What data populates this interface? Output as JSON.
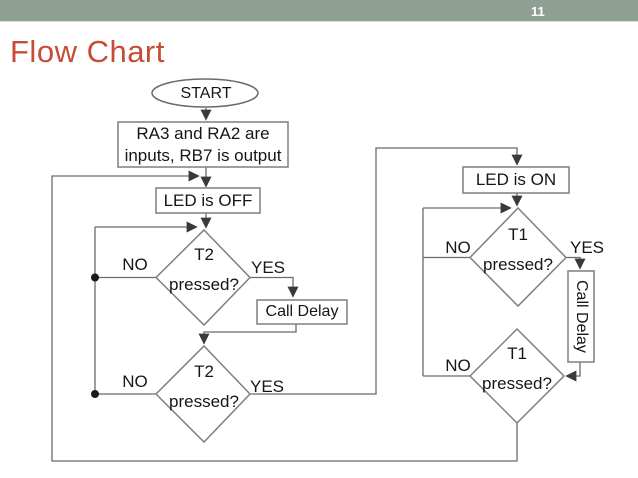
{
  "slide": {
    "number": "11",
    "title": "Flow Chart"
  },
  "colors": {
    "header_bar": "#8EA094",
    "title": "#C74B35",
    "box_border": "#7F7F7F",
    "line": "#6B6B6B",
    "arrow": "#3A3A3A",
    "text": "#161616",
    "background": "#FFFFFF"
  },
  "flowchart": {
    "nodes": {
      "start": {
        "label": "START"
      },
      "init": {
        "line1": "RA3 and RA2 are",
        "line2": "inputs, RB7 is output"
      },
      "led_off": {
        "label": "LED is OFF"
      },
      "t2_check_1": {
        "line1": "T2",
        "line2": "pressed?"
      },
      "call_delay_1": {
        "label": "Call Delay"
      },
      "t2_check_2": {
        "line1": "T2",
        "line2": "pressed?"
      },
      "led_on": {
        "label": "LED is ON"
      },
      "t1_check_1": {
        "line1": "T1",
        "line2": "pressed?"
      },
      "call_delay_2": {
        "label": "Call Delay"
      },
      "t1_check_2": {
        "line1": "T1",
        "line2": "pressed?"
      }
    },
    "edge_labels": {
      "t2_check_1_no": "NO",
      "t2_check_1_yes": "YES",
      "t2_check_2_no": "NO",
      "t2_check_2_yes": "YES",
      "t1_check_1_no": "NO",
      "t1_check_1_yes": "YES",
      "t1_check_2_no": "NO"
    }
  }
}
